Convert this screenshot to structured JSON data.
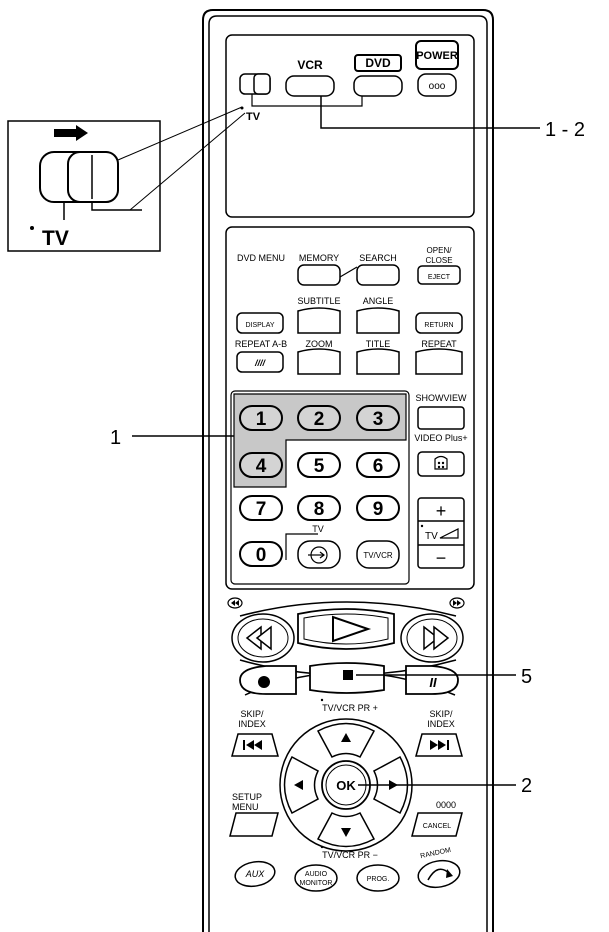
{
  "switch_label": "TV",
  "top": {
    "vcr": "VCR",
    "dvd": "DVD",
    "power": "POWER",
    "power_dots": "ooo"
  },
  "callouts": {
    "c12": "1 - 2",
    "c1": "1",
    "c5": "5",
    "c2": "2"
  },
  "rowA": {
    "dvd_menu": "DVD MENU",
    "memory": "MEMORY",
    "search": "SEARCH",
    "open_close_1": "OPEN/",
    "open_close_2": "CLOSE",
    "eject": "EJECT"
  },
  "rowB": {
    "subtitle": "SUBTITLE",
    "angle": "ANGLE",
    "display": "DISPLAY",
    "return": "RETURN"
  },
  "rowC": {
    "repeat_ab": "REPEAT A-B",
    "zoom": "ZOOM",
    "title": "TITLE",
    "repeat": "REPEAT",
    "repeat_ab_glyph": "////"
  },
  "numbers": [
    "1",
    "2",
    "3",
    "4",
    "5",
    "6",
    "7",
    "8",
    "9",
    "0"
  ],
  "right_col": {
    "showview": "SHOWVIEW",
    "videoplus": "VIDEO Plus+",
    "plus": "+",
    "minus": "−",
    "tv_vol": "TV"
  },
  "bottom_row": {
    "tv": "TV",
    "tvvcr": "TV/VCR"
  },
  "transport": {
    "pause_glyph": "II"
  },
  "nav": {
    "skip_index_l1": "SKIP/",
    "skip_index_l2": "INDEX",
    "tvvcr_pr_plus": "TV/VCR  PR +",
    "tvvcr_pr_minus": "TV/VCR  PR −",
    "ok": "OK",
    "setup_1": "SETUP",
    "setup_2": "MENU",
    "zeros": "0000",
    "cancel": "CANCEL"
  },
  "bottom": {
    "aux": "AUX",
    "audio_1": "AUDIO",
    "audio_2": "MONITOR",
    "prog": "PROG.",
    "random": "RANDOM"
  }
}
